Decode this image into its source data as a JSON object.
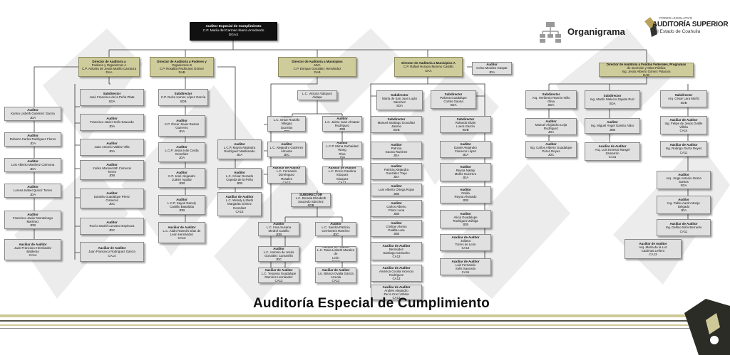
{
  "header": {
    "logo_text": "Organigrama",
    "asf_tag": "PODER LEGISLATIVO",
    "asf_name": "AUDITORÍA SUPERIOR",
    "asf_state": "del Estado de Coahuila"
  },
  "footer_title": "Auditoría Especial de Cumplimiento",
  "colors": {
    "director_fill": "#cfcc9c",
    "box_fill": "#e0e0e0",
    "top_fill": "#111111",
    "stripe_olive": "#cfc99a",
    "stripe_dark": "#4a4a40"
  },
  "nodes": {
    "top": [
      "Auditor Especial de Cumplimiento",
      "C.P. María del Carmen Ibarra Arredondo",
      "DGAX"
    ],
    "d1": [
      "Director de Auditoría a",
      "Poderes y Organismos A",
      "C.P. Antonio de Jesús Murillo Carranza",
      "DAA"
    ],
    "d2": [
      "Director de Auditoría a Poderes y",
      "Organismos B",
      "C.P. Rosalba Pachicano Gómez",
      "DAB"
    ],
    "d3": [
      "Director de Auditoría a Municipios",
      "MVA",
      "C.P. Enrique González Hernández",
      "DAB"
    ],
    "d4": [
      "Director de Auditoría a Municipios A",
      "C.P. Rafael Horacio Moreno Castillo",
      "DAA"
    ],
    "d5": [
      "Director de Auditoría a Fondos Federales, Programas",
      "de Inversión y Obra Pública",
      "Ing. Jesús Alberto Gómez Palacios",
      "DAB"
    ],
    "aux_d4": [
      "Auditor",
      "Celso Morales Gaspar",
      "JDA"
    ],
    "l1": [
      "Auditor",
      "Karina Lisbeth Gutiérrez García",
      "JDA"
    ],
    "l2": [
      "Auditor",
      "Roberto Carlos Rodríguez Flores",
      "JDA"
    ],
    "l3": [
      "Auditor",
      "Luis Alberto Martínez Carmona",
      "JDA"
    ],
    "l4": [
      "Auditor",
      "Lorena Isabel Quiroz Torres",
      "JDA"
    ],
    "l5": [
      "Auditor",
      "Francisco Javier Montelongo",
      "Martínez",
      "JDB"
    ],
    "l6": [
      "Auxiliar de Auditor",
      "Juan Francisco Hernández",
      "Balderas",
      "CA14"
    ],
    "s1": [
      "Subdirector",
      "José Francisco de la Peña Plata",
      "SDA"
    ],
    "s1a": [
      "Auditor",
      "Francisco Javier Solís Saucedo",
      "JDA"
    ],
    "s1b": [
      "Auditor",
      "Juan Antonio Valdez Villa",
      "JDA"
    ],
    "s1c": [
      "Auditor",
      "Yuriko Monserrath Cisneros",
      "Torres",
      "JDB"
    ],
    "s1d": [
      "Auditor",
      "Daniela Guadalupe Pérez",
      "Cisneros",
      "JDC"
    ],
    "s1e": [
      "Auditor",
      "Rocío Sarahí Luevano Espinoza",
      "JDC"
    ],
    "s1f": [
      "Auxiliar de Auditor",
      "Juan Francisco Rodríguez García",
      "CA14"
    ],
    "s2": [
      "Subdirector",
      "C.P. Dulce Ivonne López García",
      "SDB"
    ],
    "s2a": [
      "Auditor",
      "C.P. Óscar Javier Bustos",
      "Guerrero",
      "JDA"
    ],
    "s2b": [
      "Auditor",
      "L.C.P. Jesús Iván Cerda",
      "González",
      "JDA"
    ],
    "s2c": [
      "Auditor",
      "C.P. José Alejandro",
      "Juárez Aguilar",
      "JDB"
    ],
    "s2d": [
      "Auditor",
      "L.C.P. Sayuri Danely",
      "Castillo Basaldúa",
      "JDB"
    ],
    "s2e": [
      "Auxiliar de Auditor",
      "L.C. Adán Ramsés Díaz de",
      "León Hernández",
      "CA13"
    ],
    "r2a": [
      "Auditor",
      "L.C.P. Mayra Alejandra",
      "Rodríguez Maldonado",
      "JDA"
    ],
    "r2b": [
      "Auditor",
      "L.C. César Gerardo",
      "Cepeda de la Peña",
      "JDB"
    ],
    "r2c": [
      "Auxiliar de Auditor",
      "L.C. Wendy Lizbeth",
      "Margarita Gómez",
      "González",
      "CA13"
    ],
    "s3": [
      "SUBDIRECTOR",
      "L.C. Victoria Vázquez Aldape",
      "SDB"
    ],
    "s3a": [
      "Auditor",
      "L.C. Omar Rodolfo Villegas",
      "Guzmán",
      "JDB"
    ],
    "s3b": [
      "Auditor",
      "L.C. Alejandro Gutiérrez",
      "Almonte",
      "JDC"
    ],
    "s3c": [
      "Auxiliar de Auditor",
      "L.C. Fernando Domínguez",
      "Rosales",
      "CA13"
    ],
    "s3d": [
      "Auditor",
      "L.C. Jaime Juan Almaraz",
      "Rodríguez",
      "JDB"
    ],
    "s3e": [
      "Auditor",
      "L.C.P. Mirna Sarhaidad Wong",
      "Ríos",
      "JDB"
    ],
    "s3f": [
      "Auxiliar de Auditor",
      "L.C. Rocío Carolina Vázquez",
      "Vázquez",
      "CA12"
    ],
    "s4": [
      "SUBDIRECTOR",
      "L.C. Brenda Elizabeth",
      "Saucedo Sánchez",
      "SDB"
    ],
    "s4a": [
      "Auditor",
      "L.C. Irma Susana",
      "Medrol Castillo",
      "JDB"
    ],
    "s4b": [
      "Auditor",
      "L.C. Antonio de Jesús",
      "González Camarrillo",
      "JDC"
    ],
    "s4c": [
      "Auxiliar de Auditor",
      "L.C. Yesyana Guadalupe",
      "Ramírez Hernández",
      "CA13"
    ],
    "s4d": [
      "Auditor",
      "L.C. Sandra Patricia",
      "Cerrisertes Ramírez",
      "JDC"
    ],
    "s4e": [
      "Auxiliar de Auditor",
      "L.C. Tania Lisbeth Morales de",
      "León",
      "CA13"
    ],
    "s4f": [
      "Auxiliar de Auditor",
      "Lic. Blanca Ovalia García",
      "Arreola",
      "CA12"
    ],
    "s5": [
      "Subdirector",
      "María de San Juan Luján",
      "Sánchez",
      "SDA"
    ],
    "s5a": [
      "Subdirector",
      "Manuel Santiago González",
      "Jalomo",
      "SDB"
    ],
    "s5b": [
      "Auditor",
      "Patricia",
      "Gaona Ramírez",
      "JDA"
    ],
    "s5c": [
      "Auditor",
      "Patricia Alejandra",
      "González Trejo",
      "JDA"
    ],
    "s5d": [
      "Auditor",
      "Luis Alberto Ortega Rojas",
      "JDB"
    ],
    "s5e": [
      "Auditor",
      "Carlos Alberto",
      "Pintor Luna",
      "JDB"
    ],
    "s5f": [
      "Auditor",
      "Cristian Alonso",
      "Padilla Lara",
      "JDB"
    ],
    "s5g": [
      "Auxiliar de Auditor",
      "Bermúdez",
      "Santiago Camacho",
      "CA13"
    ],
    "s5h": [
      "Auxiliar de Auditor",
      "América Cecilia Vicencio",
      "Rodríguez",
      "CA13"
    ],
    "s5i": [
      "Auxiliar de Auditor",
      "Andrés Alejandro",
      "De la Cruz Urbina",
      "CA13"
    ],
    "s6": [
      "Subdirector",
      "Paloma Guadalupe",
      "Cortés Gaona",
      "SDA"
    ],
    "s6a": [
      "Subdirector",
      "Rolando Eltain",
      "Loera García",
      "SDB"
    ],
    "s6b": [
      "Auditor",
      "Daniel Alejandro",
      "Cisneros López",
      "JDA"
    ],
    "s6c": [
      "Auditor",
      "Reyna Nataly",
      "Muñiz Guerrero",
      "JDA"
    ],
    "s6d": [
      "Auditor",
      "Oralia",
      "Reyna Alvarado",
      "JDB"
    ],
    "s6e": [
      "Auditor",
      "Alicia Guadalupe",
      "Rodríguez Zúñiga",
      "JDB"
    ],
    "s6f": [
      "Auxiliar de Auditor",
      "Juliana",
      "Torres de León",
      "CA14"
    ],
    "s6g": [
      "Auxiliar de Auditor",
      "Luis Fernando",
      "Solís Saucedo",
      "CA11"
    ],
    "s7": [
      "Subdirector",
      "Arq. Heriberto Ramón Niño",
      "Oliva",
      "SDA"
    ],
    "s7a": [
      "Auditor",
      "Manuel Alejandro Leija",
      "Rodríguez",
      "JDA"
    ],
    "s7b": [
      "Auditor",
      "Ing. Carlos Alberto Guadalupe",
      "Pérez Reyes",
      "JDC"
    ],
    "s8": [
      "Subdirector",
      "Ing. Martín Melecio Zapata Ruiz",
      "SDA"
    ],
    "s8a": [
      "Auditor",
      "Ing. Miguel Ángel Gamito Aláro",
      "JDB"
    ],
    "s8b": [
      "Auxiliar de Auditor",
      "Arq. Luis Ernesto Rangel",
      "Zamarrón",
      "CA11"
    ],
    "s9": [
      "Subdirector",
      "Arq. César Lara Muñiz",
      "SDB"
    ],
    "s9a": [
      "Auxiliar de Auditor",
      "Ing. Felipe de Jesús Ovalle",
      "Villela",
      "CA14"
    ],
    "s9b": [
      "Auxiliar de Auditor",
      "Ing. Rodrigo Garza Reyes",
      "CA11"
    ],
    "s9c": [
      "Auditor",
      "Arq. Jorge Antonio Oraza",
      "Santos",
      "SDA"
    ],
    "s9d": [
      "Auditor",
      "Ing. Pablo Aarón Monje",
      "Delgado",
      "JDA"
    ],
    "s9e": [
      "Auxiliar de Auditor",
      "Ing. Delfino Niño Berrueto",
      "CA11"
    ],
    "s9f": [
      "Auxiliar de Auditor",
      "Arq. María de la Luz",
      "Cadenas Leñero",
      "CA13"
    ]
  }
}
